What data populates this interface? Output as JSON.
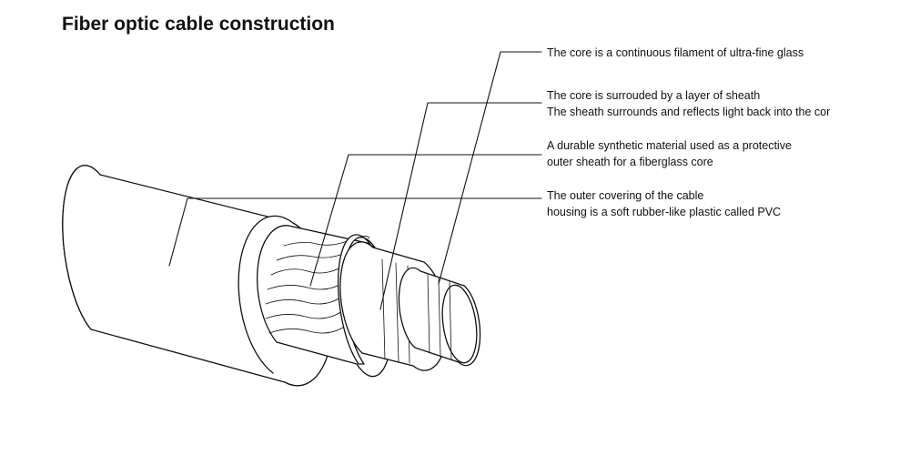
{
  "title": "Fiber optic cable construction",
  "labels": [
    {
      "lines": [
        "The core is a continuous filament of ultra-fine glass"
      ]
    },
    {
      "lines": [
        "The core is surrouded by a layer of sheath",
        "The sheath surrounds and reflects light back into the cor"
      ]
    },
    {
      "lines": [
        "A durable synthetic material used as a protective",
        "outer sheath for a fiberglass core"
      ]
    },
    {
      "lines": [
        "The outer covering of the cable",
        "housing is a soft rubber-like plastic called PVC"
      ]
    }
  ]
}
